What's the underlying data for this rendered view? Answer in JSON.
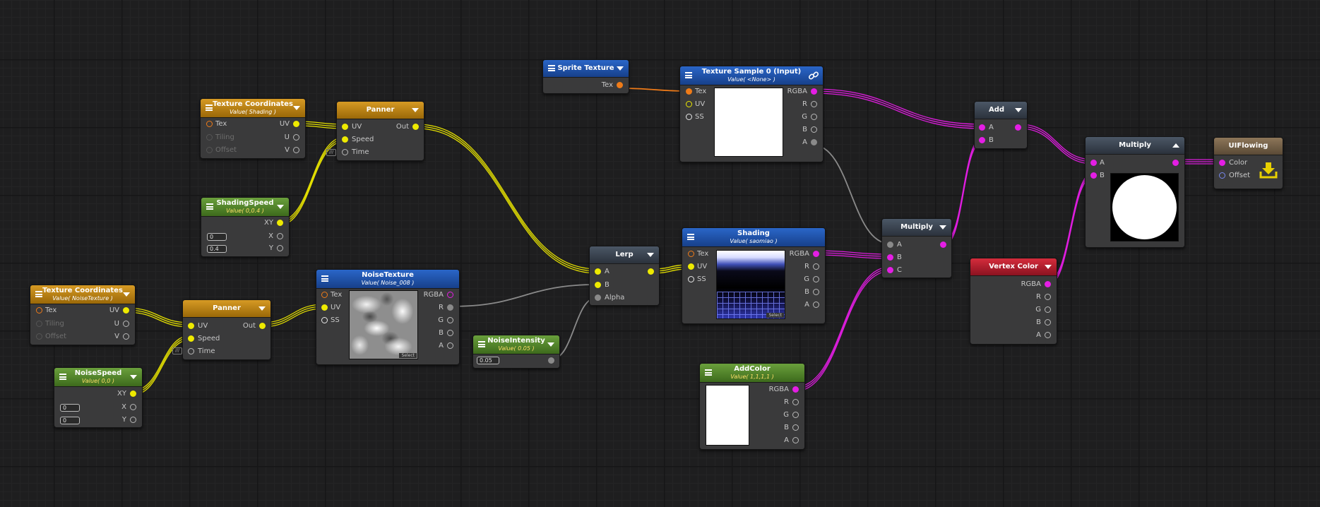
{
  "colors": {
    "float": "#eeea00",
    "color": "#e41ee4",
    "texture": "#ef7b18",
    "neutral": "#8a8a8a"
  },
  "n1": {
    "title": "Texture Coordinates",
    "sub": "Value( Shading )",
    "tex": "Tex",
    "tiling": "Tiling",
    "offset": "Offset",
    "uv": "UV",
    "u": "U",
    "v": "V"
  },
  "n2": {
    "title": "ShadingSpeed",
    "sub": "Value( 0,0.4 )",
    "xy": "XY",
    "x": "X",
    "y": "Y",
    "xval": "0",
    "yval": "0.4"
  },
  "n3": {
    "title": "Panner",
    "uv": "UV",
    "speed": "Speed",
    "time": "Time",
    "out": "Out"
  },
  "n4": {
    "title": "Sprite Texture",
    "tex": "Tex"
  },
  "n5": {
    "title": "Texture Sample 0 (Input)",
    "sub": "Value( <None> )",
    "tex": "Tex",
    "uv": "UV",
    "ss": "SS",
    "rgba": "RGBA",
    "r": "R",
    "g": "G",
    "b": "B",
    "a": "A"
  },
  "n6": {
    "title": "Add",
    "a": "A",
    "b": "B"
  },
  "n7": {
    "title": "Multiply",
    "a": "A",
    "b": "B"
  },
  "n8": {
    "title": "UIFlowing",
    "color": "Color",
    "offset": "Offset"
  },
  "n9": {
    "title": "Texture Coordinates",
    "sub": "Value( NoiseTexture )",
    "tex": "Tex",
    "tiling": "Tiling",
    "offset": "Offset",
    "uv": "UV",
    "u": "U",
    "v": "V"
  },
  "n10": {
    "title": "NoiseSpeed",
    "sub": "Value( 0,0 )",
    "xy": "XY",
    "x": "X",
    "y": "Y",
    "xval": "0",
    "yval": "0"
  },
  "n11": {
    "title": "Panner",
    "uv": "UV",
    "speed": "Speed",
    "time": "Time",
    "out": "Out"
  },
  "n12": {
    "title": "NoiseTexture",
    "sub": "Value( Noise_008 )",
    "tex": "Tex",
    "uv": "UV",
    "ss": "SS",
    "rgba": "RGBA",
    "r": "R",
    "g": "G",
    "b": "B",
    "a": "A",
    "select": "Select"
  },
  "n13": {
    "title": "NoiseIntensity",
    "sub": "Value( 0.05 )",
    "val": "0.05"
  },
  "n14": {
    "title": "Lerp",
    "a": "A",
    "b": "B",
    "alpha": "Alpha"
  },
  "n15": {
    "title": "Shading",
    "sub": "Value( saomiao )",
    "tex": "Tex",
    "uv": "UV",
    "ss": "SS",
    "rgba": "RGBA",
    "r": "R",
    "g": "G",
    "b": "B",
    "a": "A",
    "select": "Select"
  },
  "n16": {
    "title": "Multiply",
    "a": "A",
    "b": "B",
    "c": "C"
  },
  "n17": {
    "title": "Vertex Color",
    "rgba": "RGBA",
    "r": "R",
    "g": "G",
    "b": "B",
    "a": "A"
  },
  "n18": {
    "title": "AddColor",
    "sub": "Value( 1,1,1,1 )",
    "rgba": "RGBA",
    "r": "R",
    "g": "G",
    "b": "B",
    "a": "A"
  },
  "misc": {
    "mini": "///"
  }
}
